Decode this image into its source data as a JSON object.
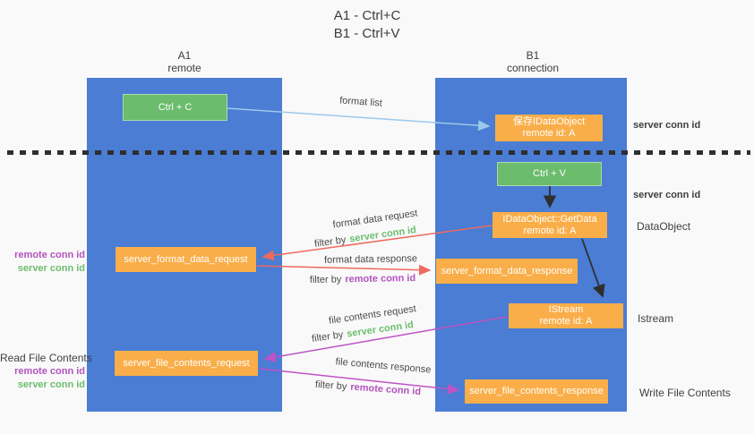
{
  "title": {
    "line1": "A1 - Ctrl+C",
    "line2": "B1 - Ctrl+V"
  },
  "lanes": {
    "left": {
      "name": "A1",
      "role": "remote"
    },
    "right": {
      "name": "B1",
      "role": "connection"
    }
  },
  "nodes": {
    "ctrl_c": {
      "label": "Ctrl + C"
    },
    "save_dataobject": {
      "label": "保存IDataObject",
      "sublabel": "remote id: A"
    },
    "ctrl_v": {
      "label": "Ctrl + V"
    },
    "getdata": {
      "label": "IDataObject::GetData",
      "sublabel": "remote id: A"
    },
    "format_request": {
      "label": "server_format_data_request"
    },
    "format_response": {
      "label": "server_format_data_response"
    },
    "istream": {
      "label": "IStream",
      "sublabel": "remote id: A"
    },
    "file_request": {
      "label": "server_file_contents_request"
    },
    "file_response": {
      "label": "server_file_contents_response"
    }
  },
  "edges": {
    "format_list": {
      "label": "format list"
    },
    "format_request": {
      "label": "format data request",
      "filter_prefix": "filter by",
      "filter_key": "server conn id"
    },
    "format_response": {
      "label": "format data response",
      "filter_prefix": "filter by",
      "filter_key": "remote conn id"
    },
    "file_request": {
      "label": "file contents request",
      "filter_prefix": "filter by",
      "filter_key": "server conn id"
    },
    "file_response": {
      "label": "file contents response",
      "filter_prefix": "filter by",
      "filter_key": "remote conn id"
    }
  },
  "annotations": {
    "save_server_conn": "server conn id",
    "paste_server_conn": "server conn id",
    "dataobject": "DataObject",
    "istream": "Istream",
    "write_file": "Write File Contents",
    "read_file": "Read File Contents",
    "fmt_remote_conn": "remote conn id",
    "fmt_server_conn": "server conn id",
    "file_remote_conn": "remote conn id",
    "file_server_conn": "server conn id"
  },
  "colors": {
    "lane_blue": "#4a7dd3",
    "green_box": "#6cbc6e",
    "orange_box": "#f9ae49",
    "blue_arrow": "#9dc8eb",
    "red_arrow": "#ed6a5e",
    "magenta_arrow": "#bd53c5",
    "black_arrow": "#2e2e2e",
    "green_text": "#6cbd6f",
    "purple_text": "#b253bd"
  }
}
